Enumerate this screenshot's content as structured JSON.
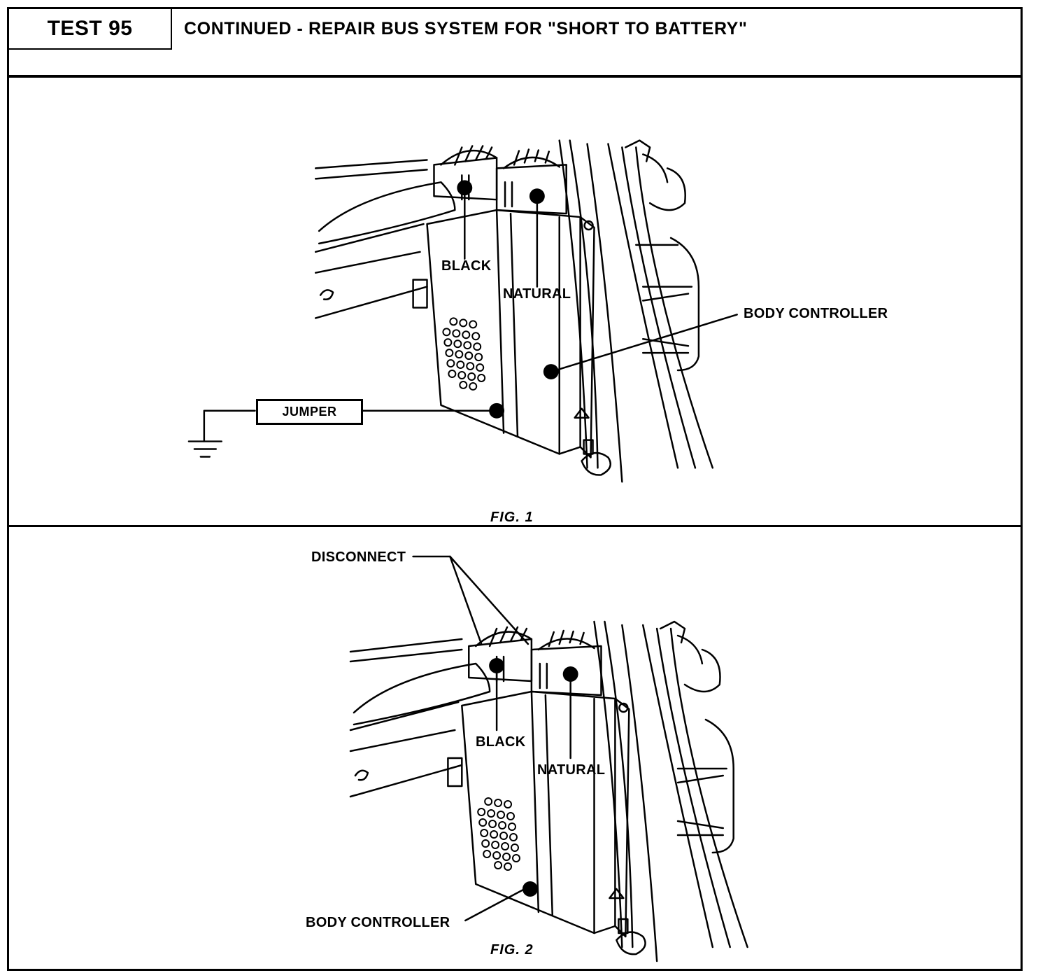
{
  "header": {
    "test_label": "TEST 95",
    "title": "CONTINUED - REPAIR BUS SYSTEM FOR \"SHORT TO BATTERY\""
  },
  "fig1": {
    "caption": "FIG. 1",
    "labels": {
      "black": "BLACK",
      "natural": "NATURAL",
      "body_controller": "BODY CONTROLLER",
      "jumper": "JUMPER"
    }
  },
  "fig2": {
    "caption": "FIG. 2",
    "labels": {
      "disconnect": "DISCONNECT",
      "black": "BLACK",
      "natural": "NATURAL",
      "body_controller": "BODY CONTROLLER"
    }
  }
}
